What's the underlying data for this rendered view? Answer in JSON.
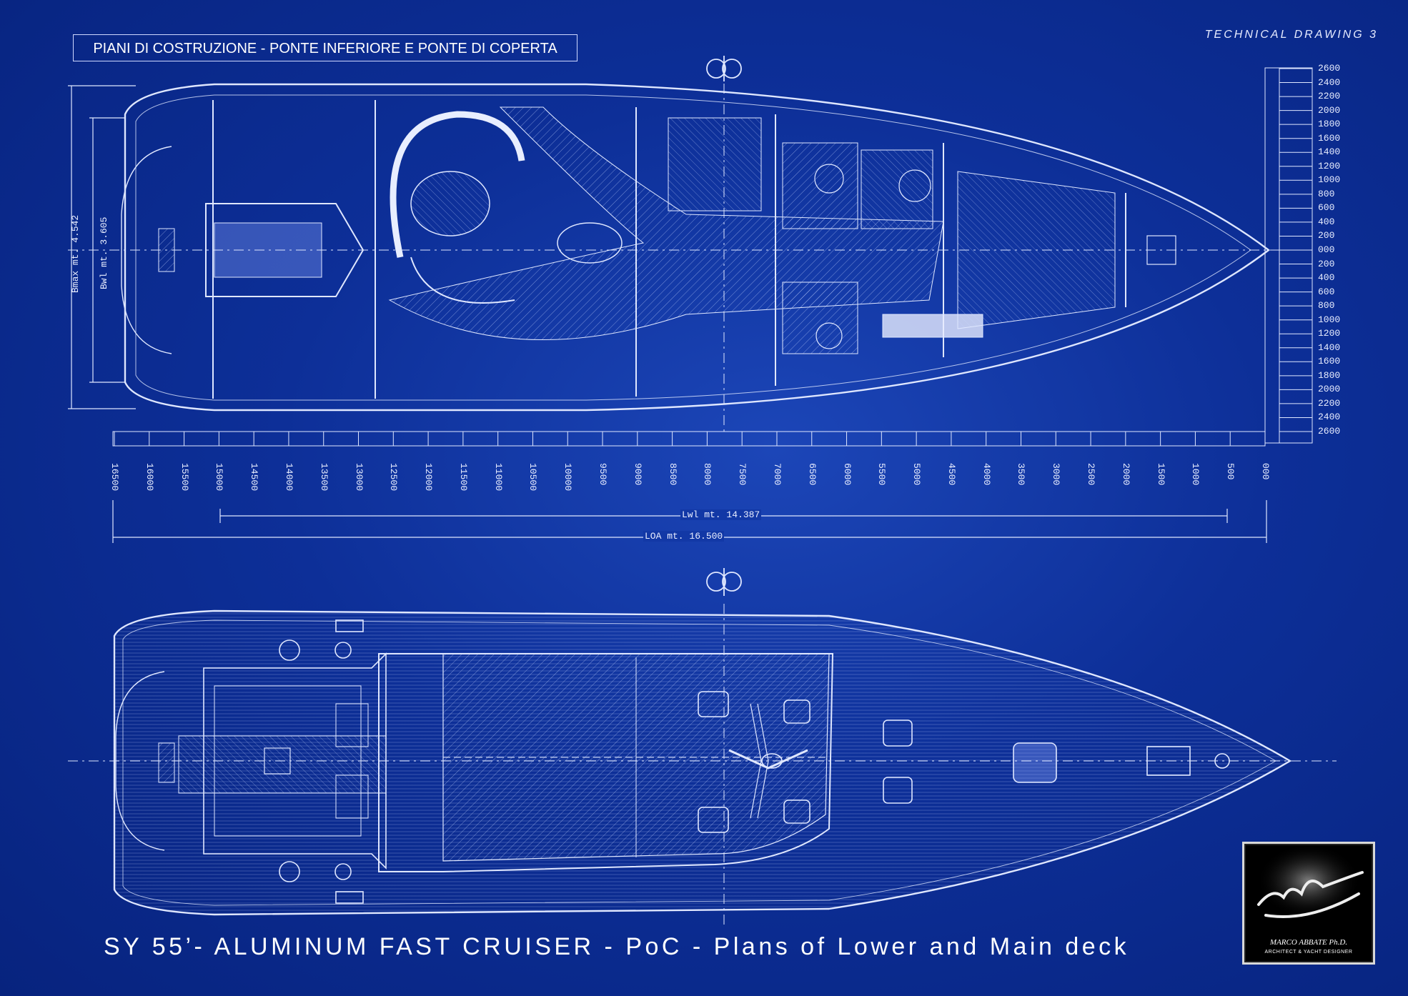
{
  "header": {
    "title": "PIANI DI COSTRUZIONE - PONTE INFERIORE E PONTE DI COPERTA",
    "sheet_label": "TECHNICAL DRAWING 3"
  },
  "dimensions": {
    "bmax": "Bmax mt. 4.542",
    "bwl": "Bwl mt. 3.605",
    "lwl": "Lwl mt. 14.387",
    "loa": "LOA mt. 16.500"
  },
  "scale_right": [
    "2600",
    "2400",
    "2200",
    "2000",
    "1800",
    "1600",
    "1400",
    "1200",
    "1000",
    "800",
    "600",
    "400",
    "200",
    "000",
    "200",
    "400",
    "600",
    "800",
    "1000",
    "1200",
    "1400",
    "1600",
    "1800",
    "2000",
    "2200",
    "2400",
    "2600"
  ],
  "scale_bottom": [
    "16500",
    "16000",
    "15500",
    "15000",
    "14500",
    "14000",
    "13500",
    "13000",
    "12500",
    "12000",
    "11500",
    "11000",
    "10500",
    "10000",
    "9500",
    "9000",
    "8500",
    "8000",
    "7500",
    "7000",
    "6500",
    "6000",
    "5500",
    "5000",
    "4500",
    "4000",
    "3500",
    "3000",
    "2500",
    "2000",
    "1500",
    "1000",
    "500",
    "000"
  ],
  "footer": {
    "caption": "SY 55’- ALUMINUM FAST CRUISER - PoC - Plans of Lower and Main deck"
  },
  "logo": {
    "name": "MARCO ABBATE Ph.D.",
    "subtitle": "ARCHITECT & YACHT DESIGNER"
  },
  "colors": {
    "background": "#0d2f98",
    "line": "#dfe7ff"
  }
}
